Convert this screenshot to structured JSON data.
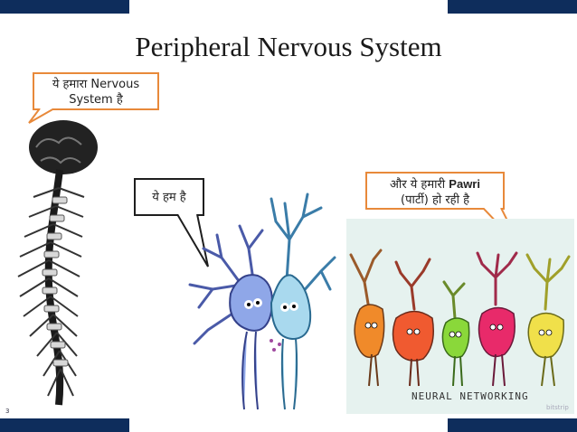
{
  "slide": {
    "title": "Peripheral Nervous System",
    "number": "3"
  },
  "bubbles": {
    "nervous_system": {
      "line1": "ये हमारा Nervous",
      "line2": "System है"
    },
    "neurons": {
      "text": "ये हम है"
    },
    "party": {
      "line1_prefix": "और ये हमारी ",
      "line1_bold": "Pawri",
      "line2": "(पार्टी) हो रही है"
    }
  },
  "cartoon": {
    "caption": "NEURAL NETWORKING",
    "watermark": "bitstrip"
  },
  "colors": {
    "frame_bar": "#0e2d5c",
    "bubble_border_orange": "#e8893a",
    "bubble_border_dark": "#1e1e1e",
    "cartoon_bg": "#e6f2ef",
    "neuron_blue": "#8fa7e8",
    "neuron_light": "#a9d9ee"
  },
  "icons": [
    "spine-nervous-system-illustration",
    "blue-neurons-hugging-illustration",
    "neural-networking-cartoon"
  ]
}
